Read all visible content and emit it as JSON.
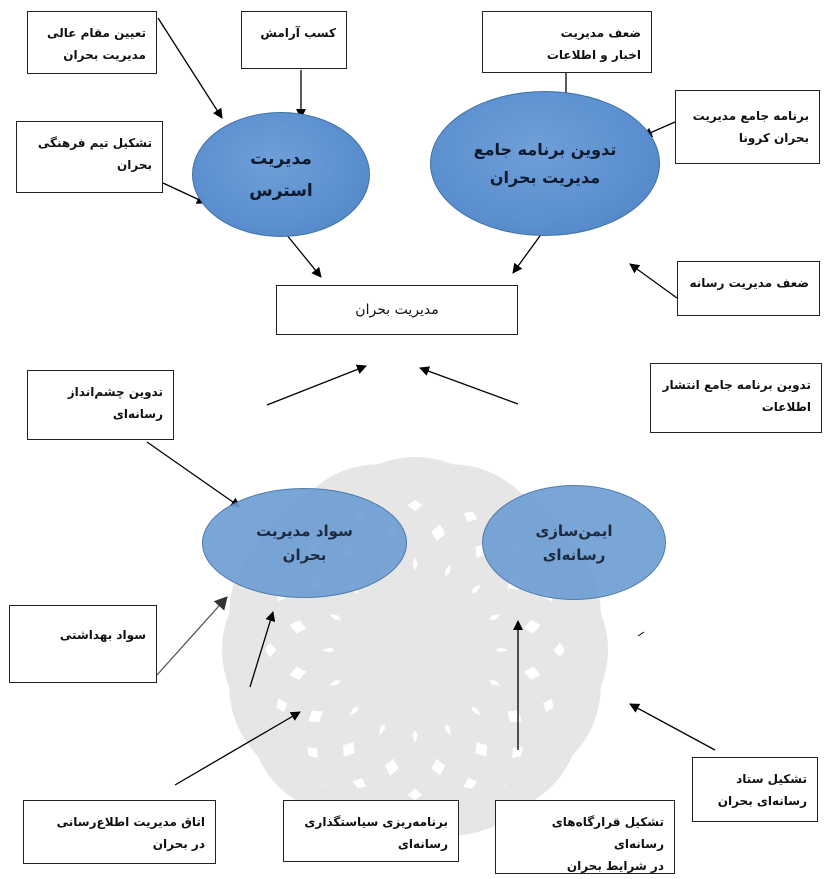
{
  "center": "مدیریت بحران",
  "ellipses": {
    "stress": [
      "مدیریت",
      "استرس"
    ],
    "program": [
      "تدوین برنامه جامع",
      "مدیریت بحران"
    ],
    "literacy": [
      "سواد مدیریت",
      "بحران"
    ],
    "immunization": [
      "ایمن‌سازی",
      "رسانه‌ای"
    ]
  },
  "boxes": {
    "appoint": [
      "تعیین مقام عالی",
      "مدیریت بحران"
    ],
    "calm": [
      "کسب آرامش"
    ],
    "weak_news": [
      "ضعف مدیریت",
      "اخبار و اطلاعات"
    ],
    "corona": [
      "برنامه جامع مدیریت",
      "بحران کرونا"
    ],
    "culture_team": [
      "تشکیل تیم فرهنگی",
      "بحران"
    ],
    "weak_media": [
      "ضعف مدیریت رسانه"
    ],
    "vision": [
      "تدوین چشم‌انداز",
      "رسانه‌ای"
    ],
    "info_program": [
      "تدوین برنامه جامع انتشار",
      "اطلاعات"
    ],
    "health": [
      "سواد بهداشتی"
    ],
    "info_room": [
      "اتاق مدیریت اطلاع‌رسانی",
      "در بحران"
    ],
    "policy": [
      "برنامه‌ریزی سیاستگذاری",
      "رسانه‌ای"
    ],
    "camps": [
      "تشکیل قرارگاه‌های رسانه‌ای",
      "در شرایط بحران"
    ],
    "hq": [
      "تشکیل ستاد",
      "رسانه‌ای بحران"
    ]
  }
}
